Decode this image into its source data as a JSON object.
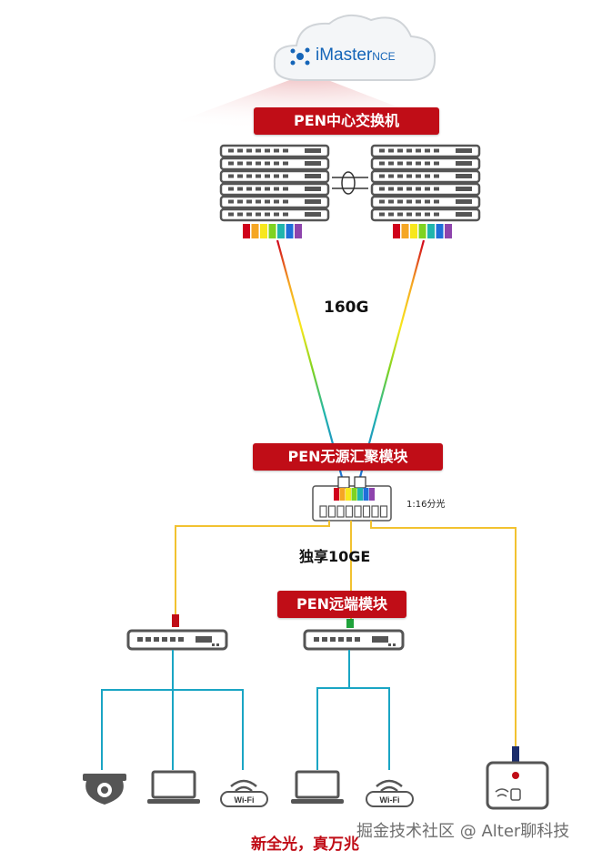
{
  "cloud": {
    "brand": "iMaster",
    "suffix": "NCE"
  },
  "labels": {
    "central_switch": "PEN中心交换机",
    "uplink_bw": "160G",
    "passive_module": "PEN无源汇聚模块",
    "split_ratio": "1:16分光",
    "exclusive_bw": "独享10GE",
    "remote_module": "PEN远端模块",
    "wifi_badge": "Wi-Fi",
    "slogan": "新全光，真万兆",
    "watermark": "掘金技术社区 @ Alter聊科技"
  },
  "colors": {
    "banner_red": "#c00d17",
    "fiber_yellow": "#f2c230",
    "copper_cyan": "#1aa5c4",
    "device_gray": "#555555",
    "rainbow": [
      "#d0021b",
      "#f5a623",
      "#f8e71c",
      "#7ed321",
      "#1fb5ac",
      "#1e6fd9",
      "#8e44ad"
    ]
  }
}
